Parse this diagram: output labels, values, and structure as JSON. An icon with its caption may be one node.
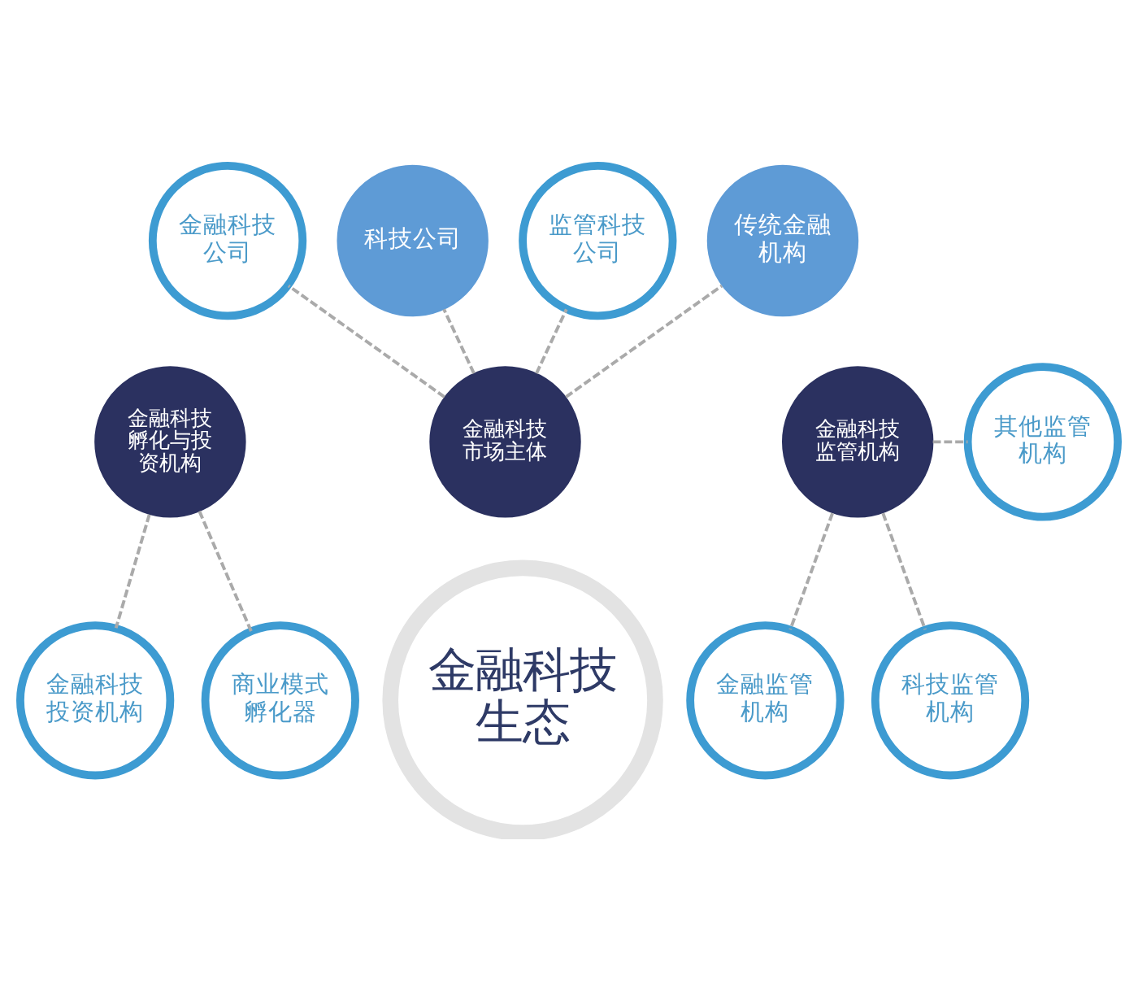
{
  "diagram": {
    "nodes": [
      {
        "text": [
          "金融科技生态"
        ]
      },
      {
        "text": [
          "金融科技市场主体"
        ]
      },
      {
        "text": [
          "金融科技孵化与投资机构"
        ]
      },
      {
        "text": [
          "金融科技监管机构"
        ]
      },
      {
        "text": [
          "金融科技公司"
        ]
      },
      {
        "text": [
          "科技公司"
        ]
      },
      {
        "text": [
          "监管科技公司"
        ]
      },
      {
        "text": [
          "传统金融机构"
        ]
      },
      {
        "text": [
          "金融科技投资机构"
        ]
      },
      {
        "text": [
          "商业模式孵化器"
        ]
      },
      {
        "text": [
          "其他监管机构"
        ]
      },
      {
        "text": [
          "科技监管机构"
        ]
      },
      {
        "text": [
          "金融监管机构"
        ]
      }
    ],
    "edges": [
      {
        "from": 1,
        "to": 4,
        "arrow": "none",
        "style": "dashed"
      },
      {
        "from": 1,
        "to": 5,
        "arrow": "none",
        "style": "dashed"
      },
      {
        "from": 1,
        "to": 6,
        "arrow": "none",
        "style": "dashed"
      },
      {
        "from": 1,
        "to": 7,
        "arrow": "none",
        "style": "dashed"
      },
      {
        "from": 2,
        "to": 8,
        "arrow": "none",
        "style": "dashed"
      },
      {
        "from": 2,
        "to": 9,
        "arrow": "none",
        "style": "dashed"
      },
      {
        "from": 3,
        "to": 10,
        "arrow": "none",
        "style": "dashed"
      },
      {
        "from": 3,
        "to": 11,
        "arrow": "none",
        "style": "dashed"
      },
      {
        "from": 3,
        "to": 12,
        "arrow": "none",
        "style": "dashed"
      }
    ]
  }
}
